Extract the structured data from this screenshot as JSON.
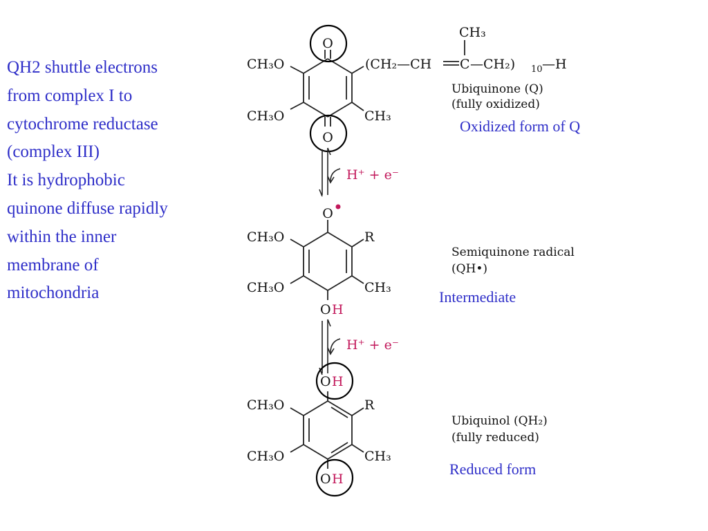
{
  "notes": {
    "lines": [
      "QH2 shuttle electrons",
      "from complex I to",
      "cytochrome reductase",
      "(complex III)",
      "It is hydrophobic",
      "quinone diffuse rapidly",
      "within the inner",
      "membrane of",
      "mitochondria"
    ]
  },
  "ubiquinone": {
    "name_line1": "Ubiquinone (Q)",
    "name_line2": "(fully oxidized)",
    "annotation": "Oxidized form of Q",
    "methoxy": "CH₃O",
    "methyl": "CH₃",
    "oxygen": "O",
    "side_chain_left": "(CH₂—CH",
    "side_chain_c": "C",
    "side_chain_right": "—CH₂)",
    "repeat": "10",
    "terminal": "—H"
  },
  "step1": {
    "label": "H⁺ + e⁻"
  },
  "semiquinone": {
    "name_line1": "Semiquinone radical",
    "name_line2": "(QH•)",
    "annotation": "Intermediate",
    "radical_o": "O",
    "r_group": "R",
    "oh_o": "O",
    "oh_h": "H"
  },
  "step2": {
    "label": "H⁺ + e⁻"
  },
  "ubiquinol": {
    "name_line1": "Ubiquinol (QH₂)",
    "name_line2": "(fully reduced)",
    "annotation": "Reduced form",
    "oh_o": "O",
    "oh_h": "H",
    "r_group": "R"
  },
  "colors": {
    "annotation_blue": "#2e2ec8",
    "proton_magenta": "#c2185b"
  }
}
